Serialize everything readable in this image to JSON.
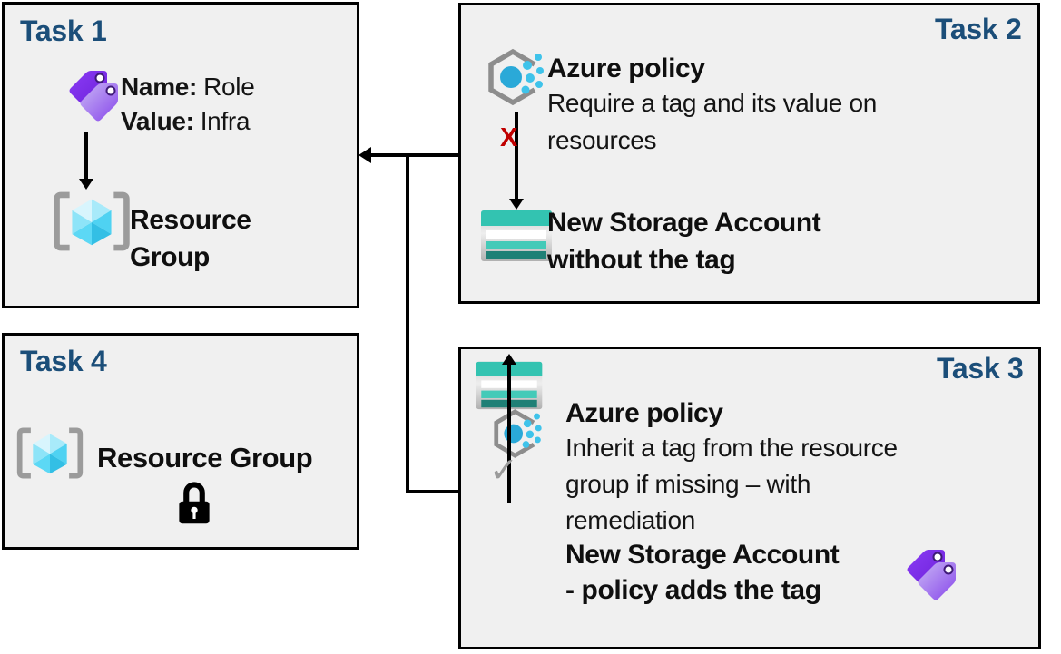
{
  "diagram": {
    "background": "#ffffff",
    "panel_fill": "#f0f0f0",
    "panel_border": "#000000",
    "title_color": "#1b4e79",
    "text_color": "#141414",
    "deny_color": "#c00000",
    "check_color": "#9b9b9b"
  },
  "task1": {
    "title": "Task 1",
    "tag_name_label": "Name:",
    "tag_name_value": "Role",
    "tag_value_label": "Value:",
    "tag_value_value": "Infra",
    "resource_group_line1": "Resource",
    "resource_group_line2": "Group"
  },
  "task2": {
    "title": "Task 2",
    "heading": "Azure policy",
    "description_line1": "Require a tag and its value on",
    "description_line2": "resources",
    "deny_marker": "X",
    "result_line1": "New Storage Account",
    "result_line2": "without the tag"
  },
  "task3": {
    "title": "Task 3",
    "heading": "Azure policy",
    "description_line1": "Inherit a tag from the resource",
    "description_line2": "group if missing – with",
    "description_line3": "remediation",
    "compliant_marker": "✓",
    "result_line1": "New Storage Account",
    "result_line2": "- policy adds the tag"
  },
  "task4": {
    "title": "Task 4",
    "label": "Resource Group"
  },
  "icons": {
    "tag_icon": "double purple tag",
    "resource_group_icon": "cyan cube in gray brackets",
    "azure_policy_icon": "gray hexagon with blue dots",
    "storage_account_icon": "teal storage account",
    "lock_icon": "black padlock"
  }
}
